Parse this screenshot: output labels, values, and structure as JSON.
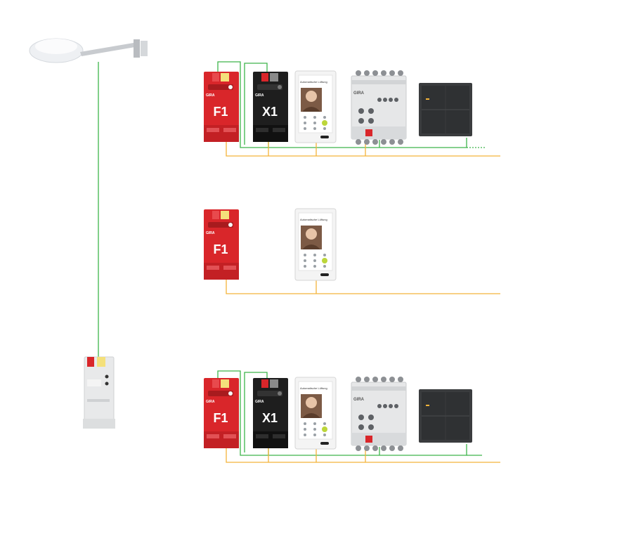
{
  "devices": {
    "f1_label": "F1",
    "x1_label": "X1",
    "brand": "GIRA",
    "panel_header": "Automatische Lüftung"
  },
  "colors": {
    "bus_green": "#3db54a",
    "power_orange": "#f3b43a",
    "f1_red": "#d9262a",
    "x1_black": "#1e1e1e",
    "switch_anthracite": "#3a3c3e"
  }
}
